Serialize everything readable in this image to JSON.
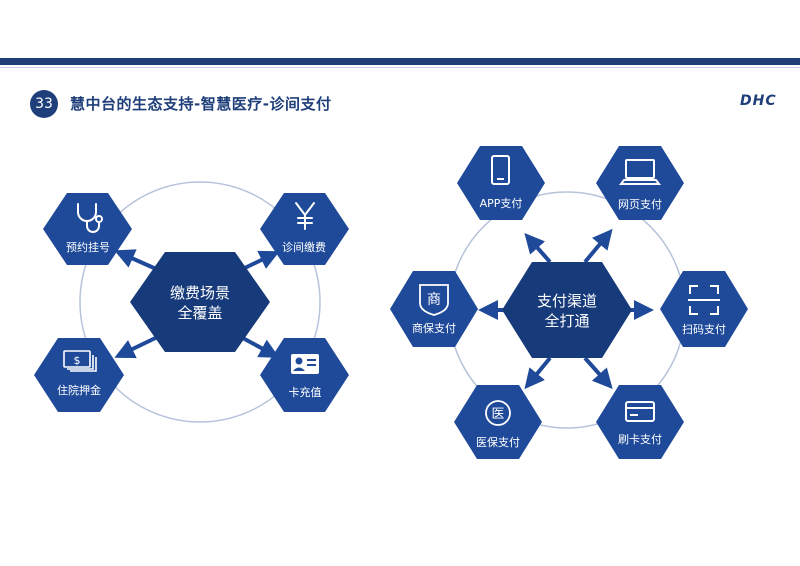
{
  "header": {
    "page_number": "33",
    "title": "慧中台的生态支持-智慧医疗-诊间支付",
    "logo": "DHC"
  },
  "colors": {
    "accent": "#1f3f7a",
    "hex_fill": "#1f4a9a",
    "center_fill": "#163a7a",
    "ring": "#b7c3db"
  },
  "left_diagram": {
    "center": {
      "line1": "缴费场景",
      "line2": "全覆盖"
    },
    "nodes": [
      {
        "label": "预约挂号",
        "icon": "stethoscope-icon"
      },
      {
        "label": "诊间缴费",
        "icon": "yen-icon"
      },
      {
        "label": "住院押金",
        "icon": "cash-stack-icon"
      },
      {
        "label": "卡充值",
        "icon": "id-card-icon"
      }
    ]
  },
  "right_diagram": {
    "center": {
      "line1": "支付渠道",
      "line2": "全打通"
    },
    "nodes": [
      {
        "label": "APP支付",
        "icon": "smartphone-icon"
      },
      {
        "label": "网页支付",
        "icon": "laptop-icon"
      },
      {
        "label": "商保支付",
        "icon": "shop-badge-icon",
        "badge": "商"
      },
      {
        "label": "扫码支付",
        "icon": "scan-frame-icon"
      },
      {
        "label": "医保支付",
        "icon": "medical-badge-icon",
        "badge": "医"
      },
      {
        "label": "刷卡支付",
        "icon": "bank-card-icon"
      }
    ]
  }
}
